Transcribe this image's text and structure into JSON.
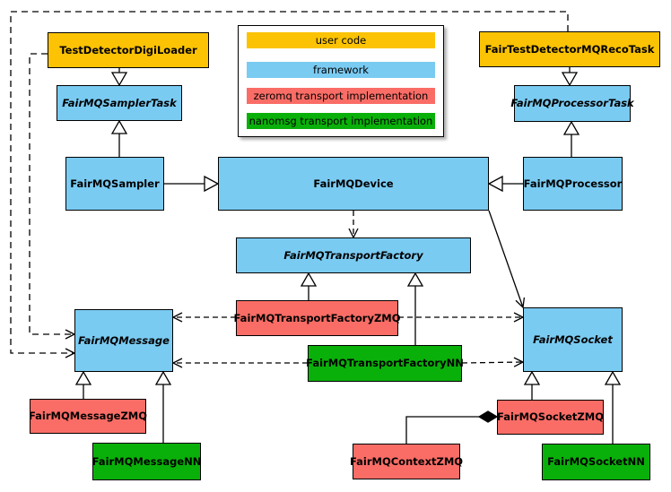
{
  "diagram": {
    "legend": {
      "items": [
        {
          "label": "user code",
          "color": "#FBC303"
        },
        {
          "label": "framework",
          "color": "#7ACBF2"
        },
        {
          "label": "zeromq transport implementation",
          "color": "#FA6D66"
        },
        {
          "label": "nanomsg transport implementation",
          "color": "#0AB00A"
        }
      ]
    },
    "nodes": {
      "digiloader": {
        "label": "TestDetectorDigiLoader",
        "color": "#FBC303",
        "abstract": false
      },
      "recotask": {
        "label": "FairTestDetectorMQRecoTask",
        "color": "#FBC303",
        "abstract": false
      },
      "samplertask": {
        "label": "FairMQSamplerTask",
        "color": "#7ACBF2",
        "abstract": true
      },
      "processortask": {
        "label": "FairMQProcessorTask",
        "color": "#7ACBF2",
        "abstract": true
      },
      "sampler": {
        "label": "FairMQSampler",
        "color": "#7ACBF2",
        "abstract": false
      },
      "device": {
        "label": "FairMQDevice",
        "color": "#7ACBF2",
        "abstract": false
      },
      "processor": {
        "label": "FairMQProcessor",
        "color": "#7ACBF2",
        "abstract": false
      },
      "factory": {
        "label": "FairMQTransportFactory",
        "color": "#7ACBF2",
        "abstract": true
      },
      "factoryzmq": {
        "label": "FairMQTransportFactoryZMQ",
        "color": "#FA6D66",
        "abstract": false
      },
      "factorynn": {
        "label": "FairMQTransportFactoryNN",
        "color": "#0AB00A",
        "abstract": false
      },
      "message": {
        "label": "FairMQMessage",
        "color": "#7ACBF2",
        "abstract": true
      },
      "socket": {
        "label": "FairMQSocket",
        "color": "#7ACBF2",
        "abstract": true
      },
      "messagezmq": {
        "label": "FairMQMessageZMQ",
        "color": "#FA6D66",
        "abstract": false
      },
      "messagenn": {
        "label": "FairMQMessageNN",
        "color": "#0AB00A",
        "abstract": false
      },
      "contextzmq": {
        "label": "FairMQContextZMQ",
        "color": "#FA6D66",
        "abstract": false
      },
      "socketzmq": {
        "label": "FairMQSocketZMQ",
        "color": "#FA6D66",
        "abstract": false
      },
      "socketnn": {
        "label": "FairMQSocketNN",
        "color": "#0AB00A",
        "abstract": false
      }
    },
    "edges": [
      {
        "from": "TestDetectorDigiLoader",
        "to": "FairMQSamplerTask",
        "type": "inheritance"
      },
      {
        "from": "FairTestDetectorMQRecoTask",
        "to": "FairMQProcessorTask",
        "type": "inheritance"
      },
      {
        "from": "FairMQSampler",
        "to": "FairMQSamplerTask",
        "type": "inheritance"
      },
      {
        "from": "FairMQProcessor",
        "to": "FairMQProcessorTask",
        "type": "inheritance"
      },
      {
        "from": "FairMQSampler",
        "to": "FairMQDevice",
        "type": "inheritance"
      },
      {
        "from": "FairMQProcessor",
        "to": "FairMQDevice",
        "type": "inheritance"
      },
      {
        "from": "FairMQTransportFactoryZMQ",
        "to": "FairMQTransportFactory",
        "type": "inheritance"
      },
      {
        "from": "FairMQTransportFactoryNN",
        "to": "FairMQTransportFactory",
        "type": "inheritance"
      },
      {
        "from": "FairMQMessageZMQ",
        "to": "FairMQMessage",
        "type": "inheritance"
      },
      {
        "from": "FairMQMessageNN",
        "to": "FairMQMessage",
        "type": "inheritance"
      },
      {
        "from": "FairMQSocketZMQ",
        "to": "FairMQSocket",
        "type": "inheritance"
      },
      {
        "from": "FairMQSocketNN",
        "to": "FairMQSocket",
        "type": "inheritance"
      },
      {
        "from": "FairMQDevice",
        "to": "FairMQTransportFactory",
        "type": "dependency"
      },
      {
        "from": "FairMQDevice",
        "to": "FairMQSocket",
        "type": "association"
      },
      {
        "from": "TestDetectorDigiLoader",
        "to": "FairMQMessage",
        "type": "dependency"
      },
      {
        "from": "FairTestDetectorMQRecoTask",
        "to": "FairMQMessage",
        "type": "dependency"
      },
      {
        "from": "FairMQTransportFactoryZMQ",
        "to": "FairMQMessage",
        "type": "dependency"
      },
      {
        "from": "FairMQTransportFactoryZMQ",
        "to": "FairMQSocket",
        "type": "dependency"
      },
      {
        "from": "FairMQTransportFactoryNN",
        "to": "FairMQMessage",
        "type": "dependency"
      },
      {
        "from": "FairMQTransportFactoryNN",
        "to": "FairMQSocket",
        "type": "dependency"
      },
      {
        "from": "FairMQContextZMQ",
        "to": "FairMQSocketZMQ",
        "type": "composition"
      }
    ]
  }
}
